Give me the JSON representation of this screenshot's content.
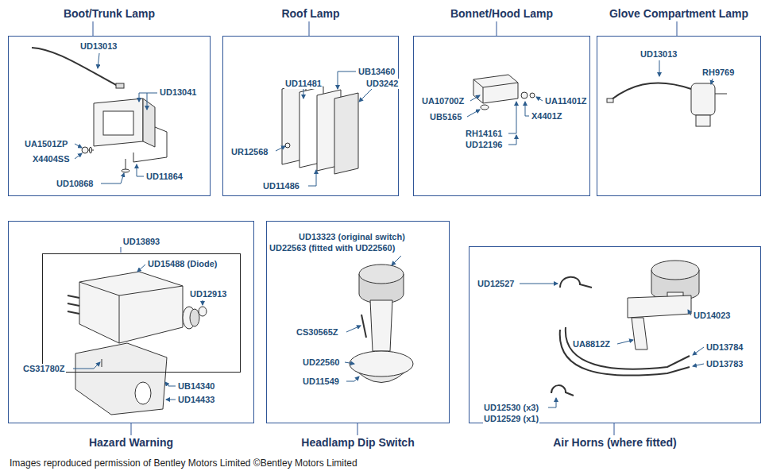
{
  "diagram": {
    "caption": "Images reproduced permission of Bentley Motors Limited ©Bentley Motors Limited",
    "nodes": [
      {
        "text": [
          "Boot/Trunk Lamp"
        ]
      },
      {
        "text": [
          "Roof Lamp"
        ]
      },
      {
        "text": [
          "Bonnet/Hood Lamp"
        ]
      },
      {
        "text": [
          "Glove Compartment Lamp"
        ]
      },
      {
        "text": [
          "Hazard Warning"
        ]
      },
      {
        "text": [
          "UD13893"
        ],
        "in": 4
      },
      {
        "text": [
          "Headlamp Dip Switch"
        ]
      },
      {
        "text": [
          "Air Horns (where fitted)"
        ]
      }
    ],
    "labels": [
      "UD13013",
      "UD13041",
      "UA1501ZP",
      "X4404SS",
      "UD10868",
      "UD11864",
      "UB13460",
      "UD11481",
      "UD3242",
      "UR12568",
      "UD11486",
      "UA10700Z",
      "UB5165",
      "UA11401Z",
      "X4401Z",
      "RH14161",
      "UD12196",
      "UD13013",
      "RH9769",
      "UD15488 (Diode)",
      "UD12913",
      "CS31780Z",
      "UB14340",
      "UD14433",
      "UD13323 (original switch)",
      "UD22563 (fitted with UD22560)",
      "CS30565Z",
      "UD22560",
      "UD11549",
      "UD12527",
      "UD14023",
      "UA8812Z",
      "UD13784",
      "UD13783",
      "UD12530 (x3)",
      "UD12529 (x1)"
    ]
  }
}
